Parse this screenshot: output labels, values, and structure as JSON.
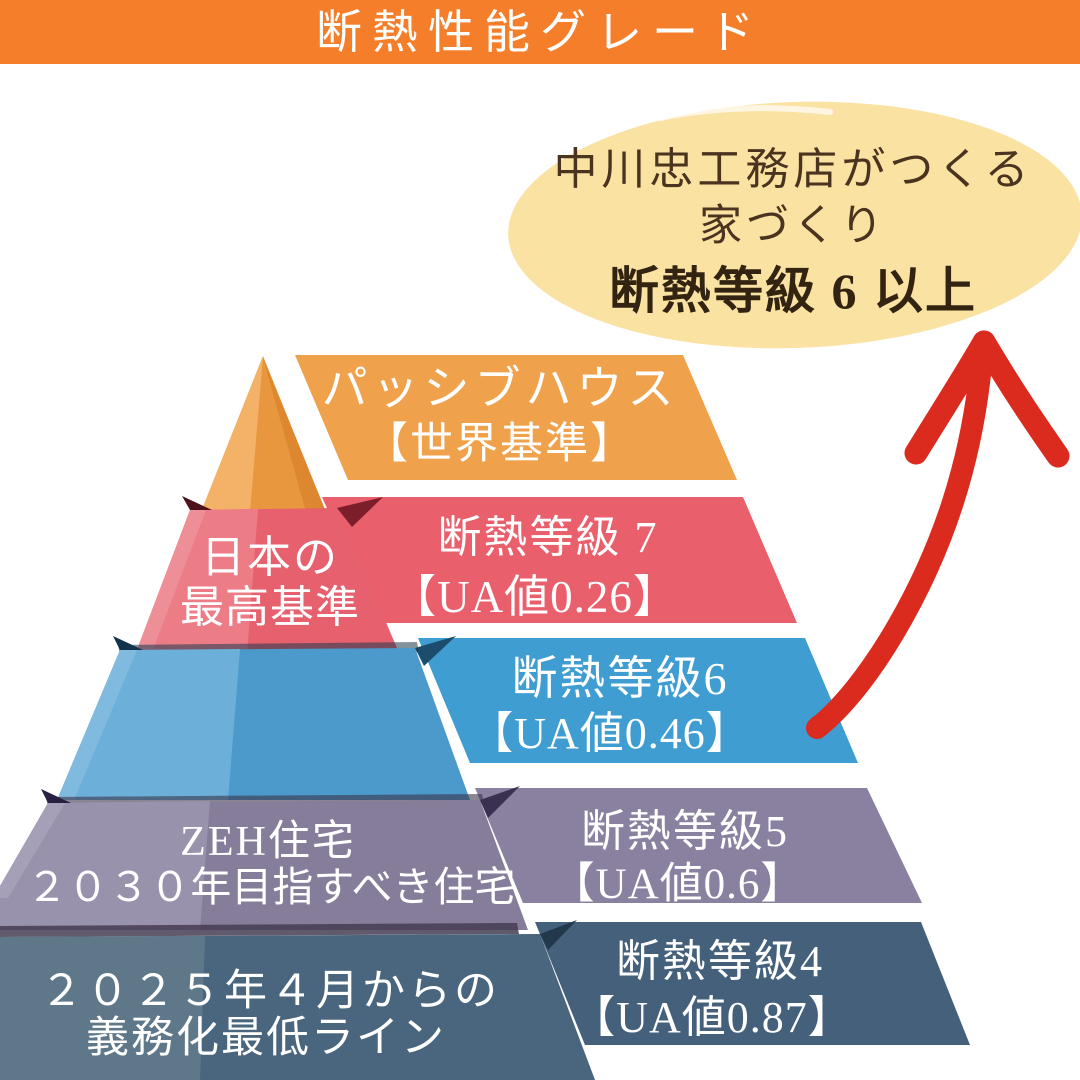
{
  "header": {
    "title": "断熱性能グレード"
  },
  "callout": {
    "line1": "中川忠工務店がつくる",
    "line2": "家づくり",
    "emphasis": "断熱等級 6 以上"
  },
  "colors": {
    "header_bg": "#F57E2B",
    "callout_bg": "#FAE2A2",
    "callout_text": "#4A3420",
    "arrow_red": "#DB2B1E",
    "pyramid_text": "#FFFFFF"
  },
  "pyramid": {
    "levels": [
      {
        "rank": 1,
        "band_line1": "パッシブハウス",
        "band_line2": "【世界基準】",
        "color": "#EFA14B"
      },
      {
        "rank": 2,
        "band_line1": "断熱等級 7",
        "band_line2": "【UA値0.26】",
        "side_line1": "日本の",
        "side_line2": "最高基準",
        "color": "#E95F6C"
      },
      {
        "rank": 3,
        "band_line1": "断熱等級6",
        "band_line2": "【UA値0.46】",
        "color": "#3F9DD2"
      },
      {
        "rank": 4,
        "band_line1": "断熱等級5",
        "band_line2": "【UA値0.6】",
        "side_line1": "ZEH住宅",
        "side_line2": "２０３０年目指すべき住宅",
        "color": "#8A81A0"
      },
      {
        "rank": 5,
        "band_line1": "断熱等級4",
        "band_line2": "【UA値0.87】",
        "side_line1": "２０２５年４月からの",
        "side_line2": "義務化最低ライン",
        "color": "#44607B"
      }
    ]
  }
}
